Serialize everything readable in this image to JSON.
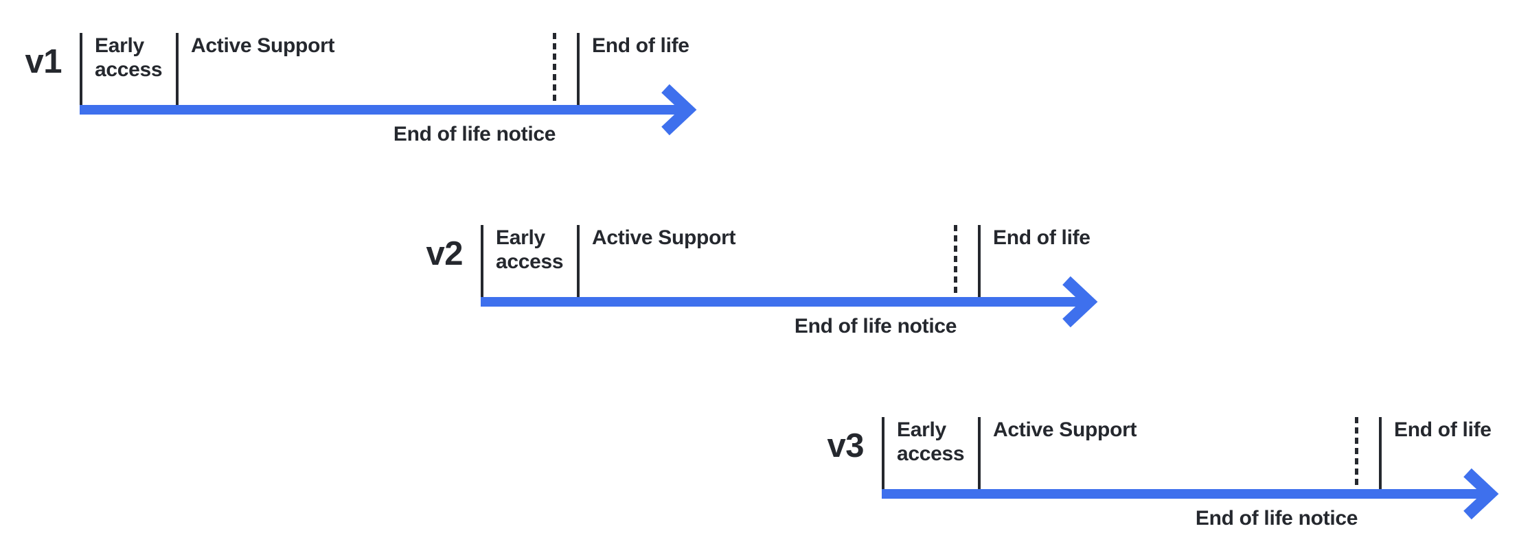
{
  "colors": {
    "background": "#FFFFFF",
    "ink": "#25282E",
    "accent_blue": "#3E70ED"
  },
  "timelines": [
    {
      "version": "v1",
      "early_access_label": "Early access",
      "active_support_label": "Active Support",
      "end_of_life_label": "End of life",
      "end_of_life_notice_label": "End of life notice"
    },
    {
      "version": "v2",
      "early_access_label": "Early access",
      "active_support_label": "Active Support",
      "end_of_life_label": "End of life",
      "end_of_life_notice_label": "End of life notice"
    },
    {
      "version": "v3",
      "early_access_label": "Early access",
      "active_support_label": "Active Support",
      "end_of_life_label": "End of life",
      "end_of_life_notice_label": "End of life notice"
    }
  ]
}
